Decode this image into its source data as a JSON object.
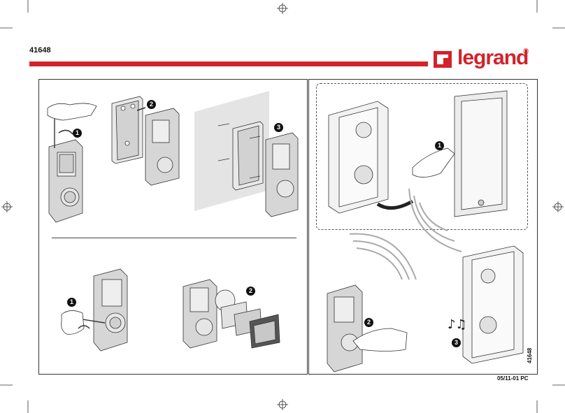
{
  "header": {
    "product_code": "41648",
    "brand": "legrand",
    "brand_mark": "®"
  },
  "footer": {
    "doc_code": "05/11-01 PC",
    "side_code": "41648"
  },
  "steps": {
    "top_left_1": "1",
    "top_left_2": "2",
    "top_left_3": "3",
    "bottom_left_1": "1",
    "bottom_left_2": "2",
    "right_1": "1",
    "right_2": "2",
    "right_3": "3"
  },
  "colors": {
    "brand_red": "#d3222a",
    "device_grey": "#d6d6d6",
    "wall_grey": "#e4e4e4"
  }
}
